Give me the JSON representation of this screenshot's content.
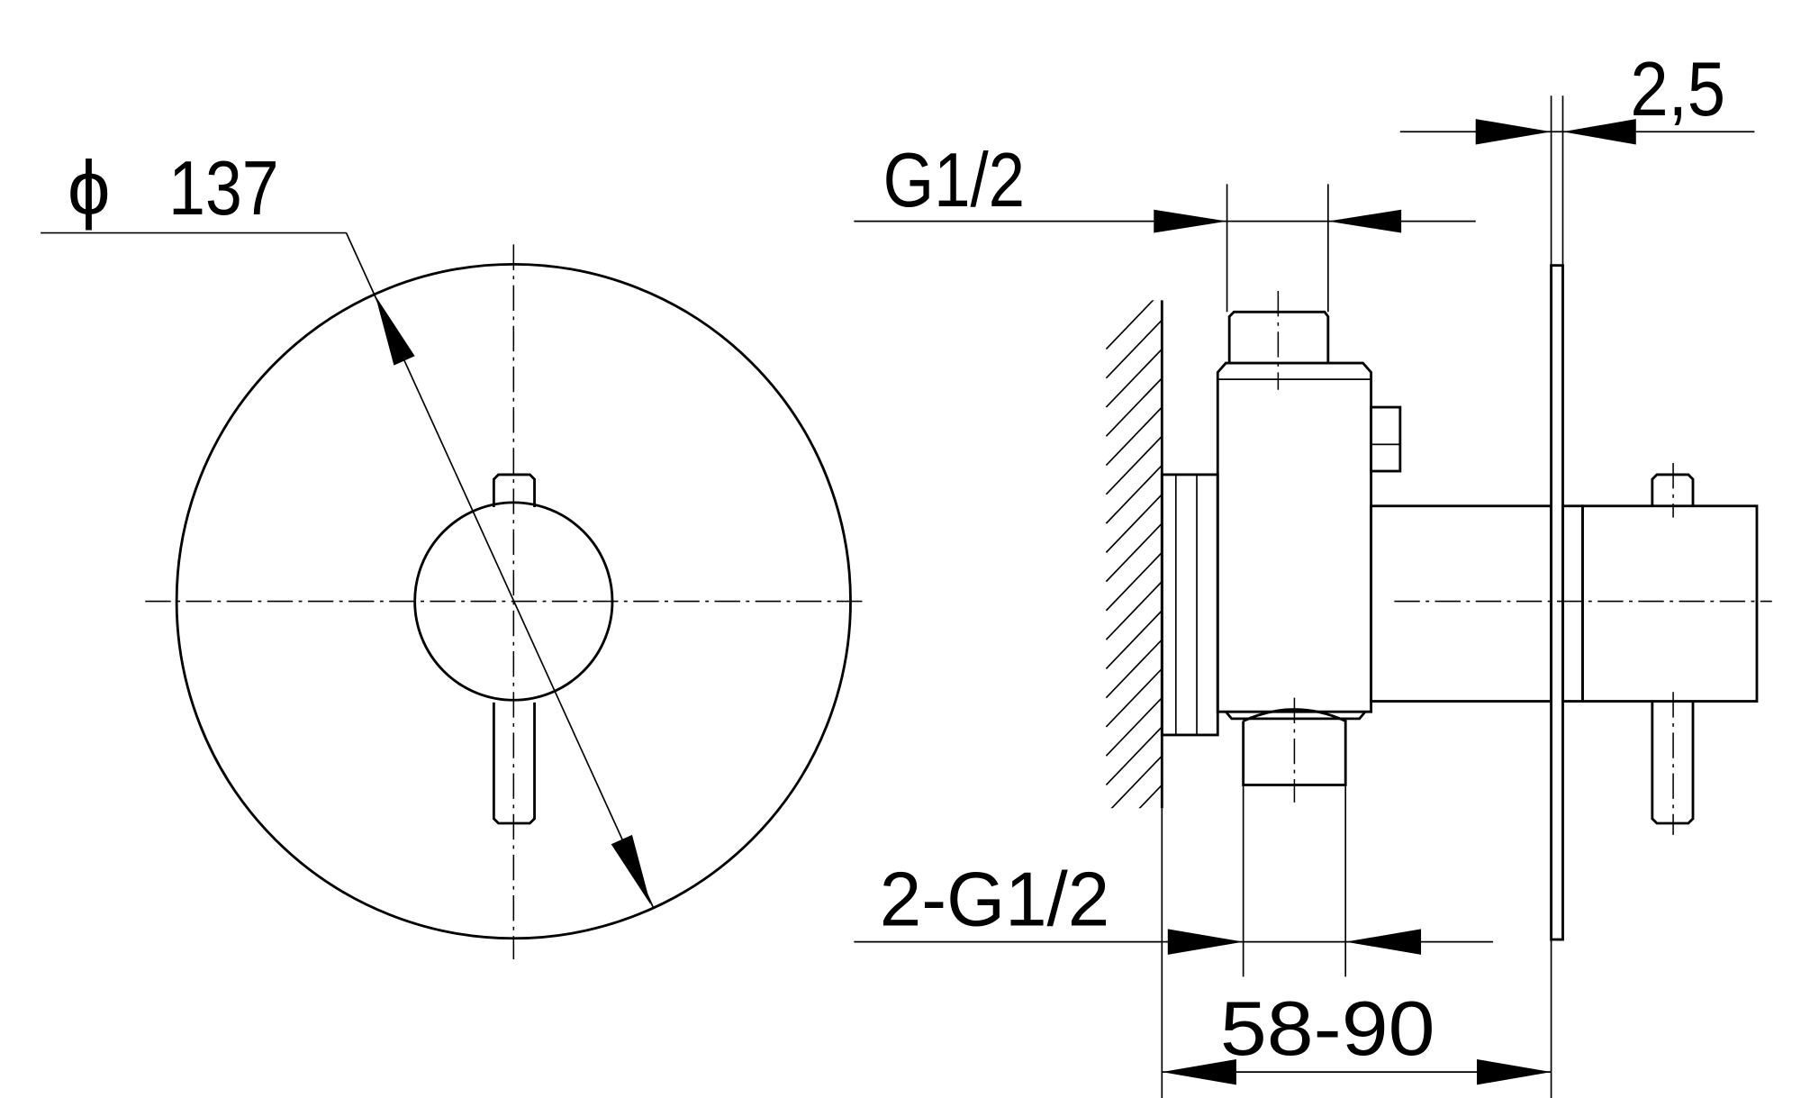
{
  "drawing": {
    "front_view": {
      "diameter_symbol": "ϕ",
      "diameter_value": "137"
    },
    "side_view": {
      "top_connection_label": "G1/2",
      "bottom_connection_label": "2-G1/2",
      "plate_thickness_label": "2,5",
      "depth_range_label": "58-90"
    },
    "line_color": "#000000",
    "background_color": "#ffffff"
  }
}
